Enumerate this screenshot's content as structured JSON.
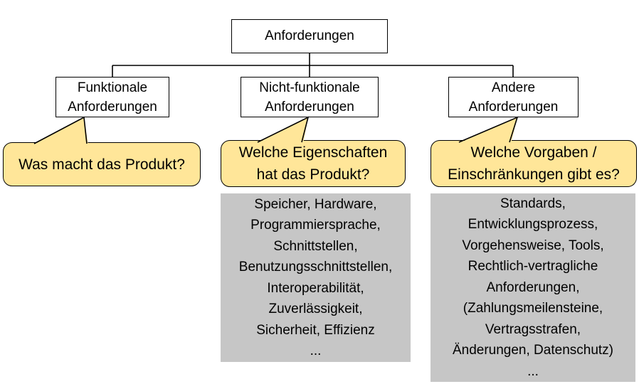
{
  "root": {
    "label": "Anforderungen"
  },
  "branches": [
    {
      "box": [
        "Funktionale",
        "Anforderungen"
      ],
      "callout": [
        "Was macht das Produkt?"
      ],
      "details": []
    },
    {
      "box": [
        "Nicht-funktionale",
        "Anforderungen"
      ],
      "callout": [
        "Welche Eigenschaften",
        "hat das Produkt?"
      ],
      "details": [
        "Speicher, Hardware,",
        "Programmiersprache,",
        "Schnittstellen,",
        "Benutzungsschnittstellen,",
        "Interoperabilität,",
        "Zuverlässigkeit,",
        "Sicherheit, Effizienz",
        "..."
      ]
    },
    {
      "box": [
        "Andere",
        "Anforderungen"
      ],
      "callout": [
        "Welche Vorgaben /",
        "Einschränkungen gibt es?"
      ],
      "details": [
        "Standards,",
        "Entwicklungsprozess,",
        "Vorgehensweise, Tools,",
        "Rechtlich-vertragliche",
        "Anforderungen,",
        "(Zahlungsmeilensteine,",
        "Vertragsstrafen,",
        "Änderungen, Datenschutz)",
        "..."
      ]
    }
  ],
  "colors": {
    "callout_fill": "#FFE699",
    "details_fill": "#C6C6C6",
    "node_fill": "#FFFFFF",
    "line_and_border": "#000000",
    "background": "#FFFFFF"
  }
}
